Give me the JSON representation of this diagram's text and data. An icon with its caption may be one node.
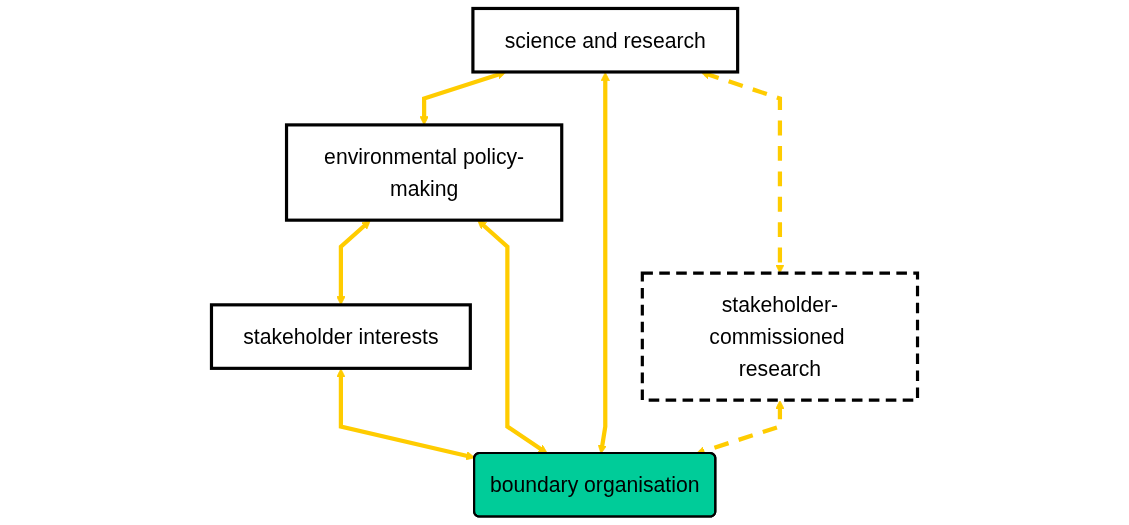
{
  "diagram": {
    "nodes": [
      {
        "text": [
          "science and research"
        ]
      },
      {
        "text": [
          "boundary organisation"
        ]
      },
      {
        "text": [
          "environmental policy-making"
        ]
      },
      {
        "text": [
          "stakeholder-commissioned research"
        ]
      },
      {
        "text": [
          "stakeholder interests"
        ]
      }
    ],
    "edges": [
      {
        "from": 0,
        "to": 2,
        "arrow": "both"
      },
      {
        "from": 0,
        "to": 1,
        "arrow": "both"
      },
      {
        "from": 1,
        "to": 2,
        "arrow": "both"
      },
      {
        "from": 0,
        "to": 3,
        "arrow": "both",
        "style": "dashed"
      },
      {
        "from": 2,
        "to": 4,
        "arrow": "both"
      },
      {
        "from": 4,
        "to": 1,
        "arrow": "both"
      },
      {
        "from": 3,
        "to": 1,
        "arrow": "both",
        "style": "dashed"
      }
    ]
  }
}
